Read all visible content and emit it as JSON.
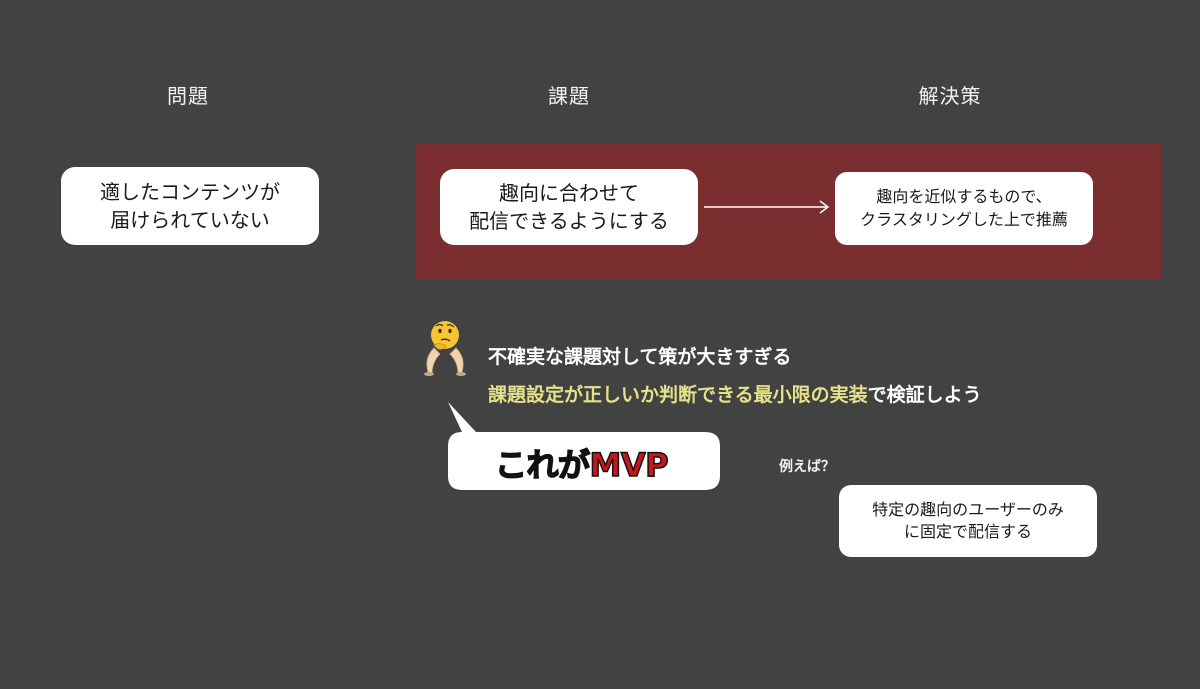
{
  "headers": {
    "problem": "問題",
    "issue": "課題",
    "solution": "解決策"
  },
  "boxes": {
    "problem_text": "適したコンテンツが\n届けられていない",
    "issue_text": "趣向に合わせて\n配信できるようにする",
    "solution_text": "趣向を近似するもので、\nクラスタリングした上で推薦"
  },
  "notes": {
    "line1": "不確実な課題対して策が大きすぎる",
    "line2_highlight": "課題設定が正しいか判断できる最小限の実装",
    "line2_rest": "で検証しよう"
  },
  "callout": {
    "text": "これがMVP"
  },
  "example": {
    "label": "例えば？",
    "box_text": "特定の趣向のユーザーのみ\nに固定で配信する"
  },
  "colors": {
    "background": "#424242",
    "highlight_band": "#7a2e2f",
    "highlight_text": "#e5e08a",
    "mvp_text": "#c8161d"
  }
}
